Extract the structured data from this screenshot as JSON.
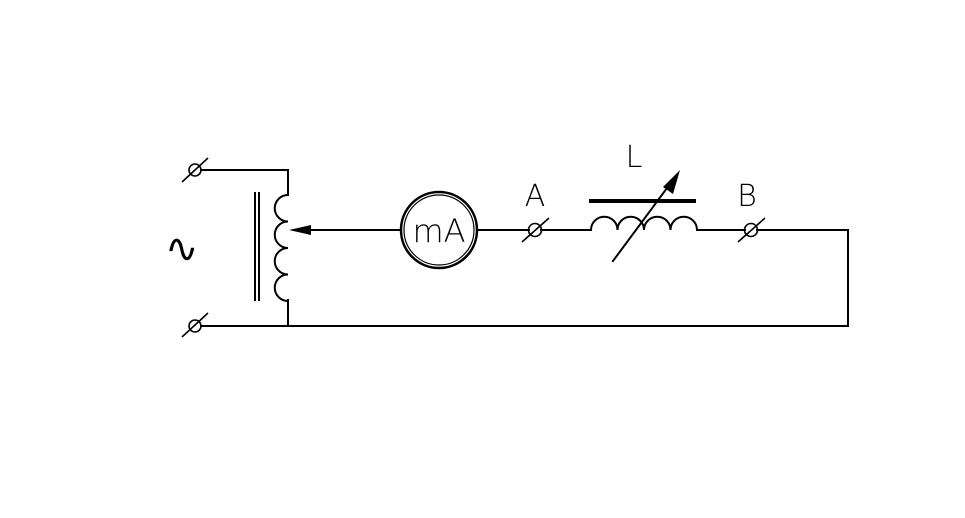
{
  "labels": {
    "ac_source": "∿",
    "meter": "mA",
    "terminal_a": "A",
    "terminal_b": "B",
    "inductor": "L"
  }
}
